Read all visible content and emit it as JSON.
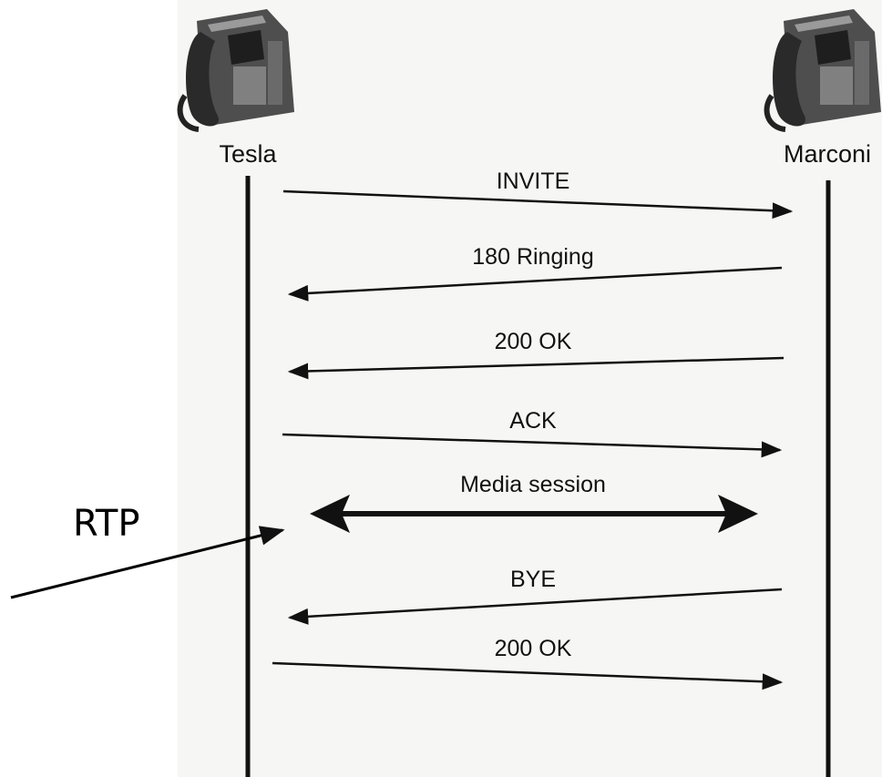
{
  "parties": {
    "left": "Tesla",
    "right": "Marconi"
  },
  "messages": [
    {
      "label": "INVITE",
      "direction": "right"
    },
    {
      "label": "180 Ringing",
      "direction": "left"
    },
    {
      "label": "200 OK",
      "direction": "left"
    },
    {
      "label": "ACK",
      "direction": "right"
    },
    {
      "label": "Media session",
      "direction": "both"
    },
    {
      "label": "BYE",
      "direction": "left"
    },
    {
      "label": "200 OK",
      "direction": "right"
    }
  ],
  "annotation": {
    "label": "RTP"
  },
  "icons": {
    "left_party": "desk-phone-icon",
    "right_party": "desk-phone-icon"
  },
  "colors": {
    "ink": "#111111",
    "panel": "#f6f6f4",
    "phone_body": "#5a5a5a",
    "phone_dark": "#2a2a2a"
  }
}
